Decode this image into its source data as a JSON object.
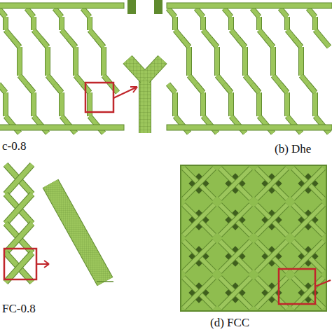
{
  "diagram": {
    "labels": [
      "c-0.8",
      "(b) Dhe",
      "FC-0.8",
      "(d) FCC"
    ]
  }
}
